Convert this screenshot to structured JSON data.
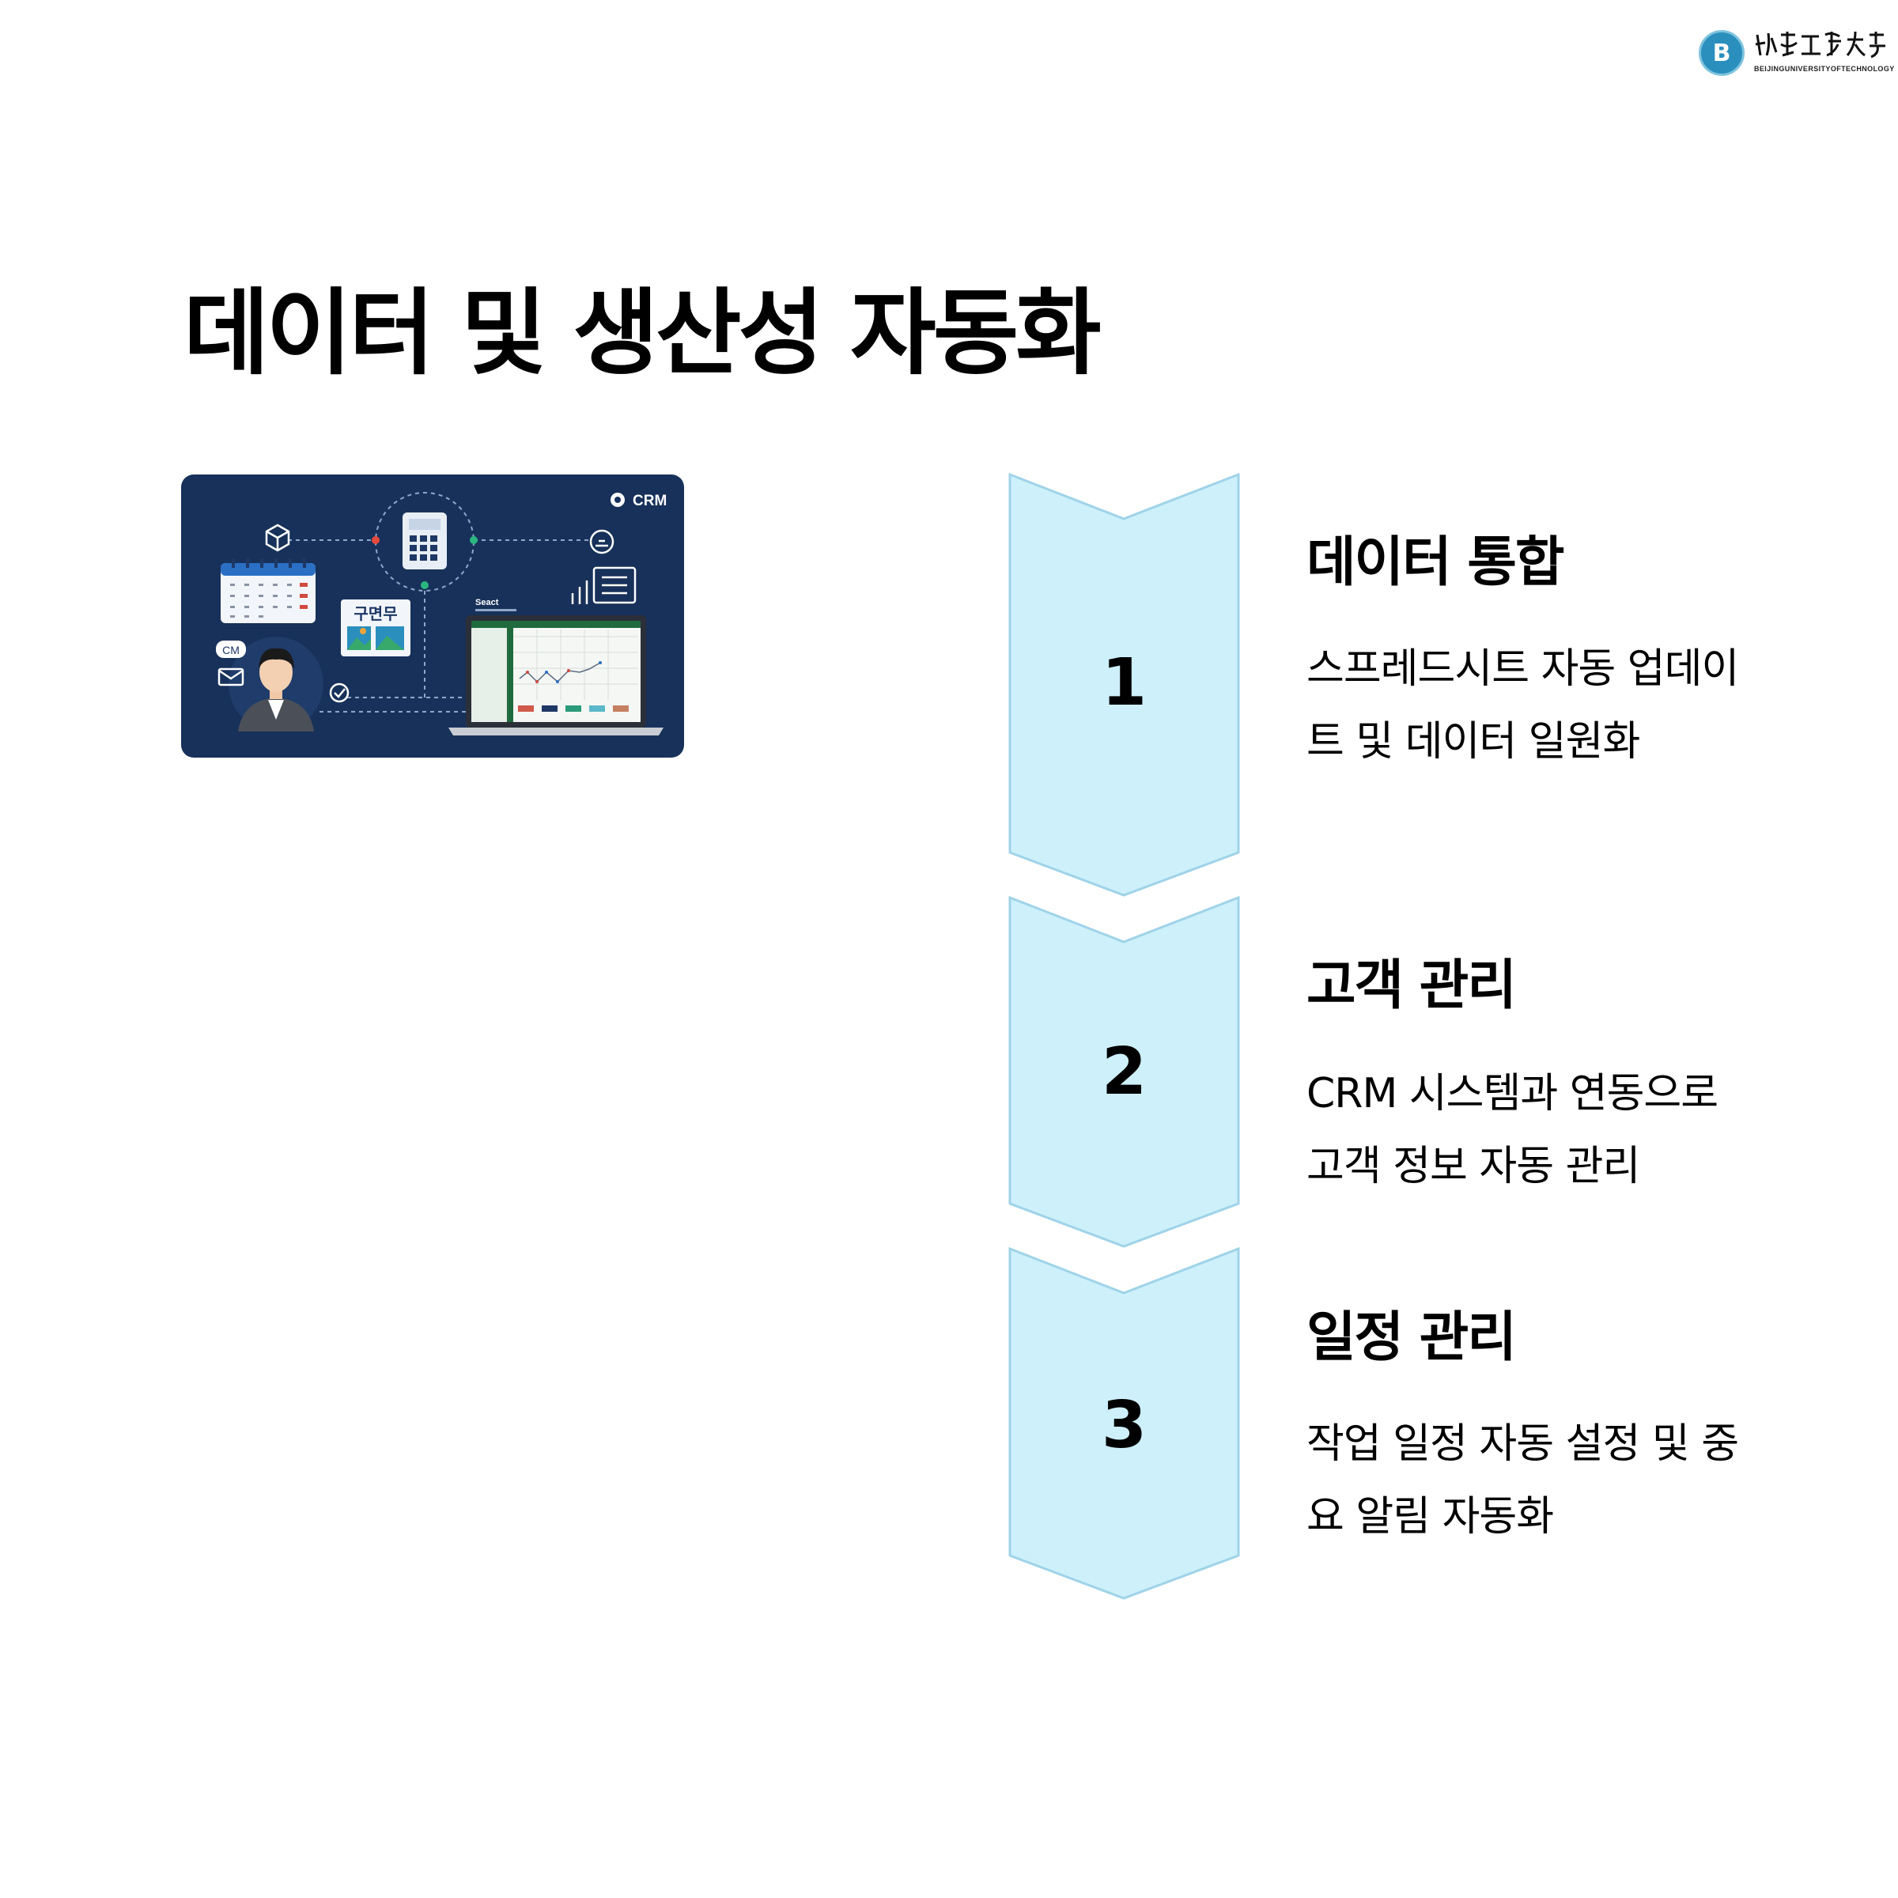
{
  "logo": {
    "subtitle": "BEIJINGUNIVERSITYOFTECHNOLOGY",
    "script_text": "北京工業大學"
  },
  "title": "데이터 및 생산성 자동화",
  "illustration": {
    "badge": "CRM",
    "chat_label": "CM",
    "card_label": "구면무",
    "screen_heading": "Seact",
    "colors": {
      "background": "#17315a",
      "accent": "#2a8fbd"
    }
  },
  "steps": [
    {
      "number": "1",
      "title": "데이터 통합",
      "description": "스프레드시트 자동 업데이트 및 데이터 일원화"
    },
    {
      "number": "2",
      "title": "고객 관리",
      "description": "CRM 시스템과 연동으로 고객 정보 자동 관리"
    },
    {
      "number": "3",
      "title": "일정 관리",
      "description": "작업 일정 자동 설정 및 중요 알림 자동화"
    }
  ],
  "colors": {
    "chevron_fill": "#cdf0fb",
    "chevron_stroke": "#9fd3e8"
  }
}
